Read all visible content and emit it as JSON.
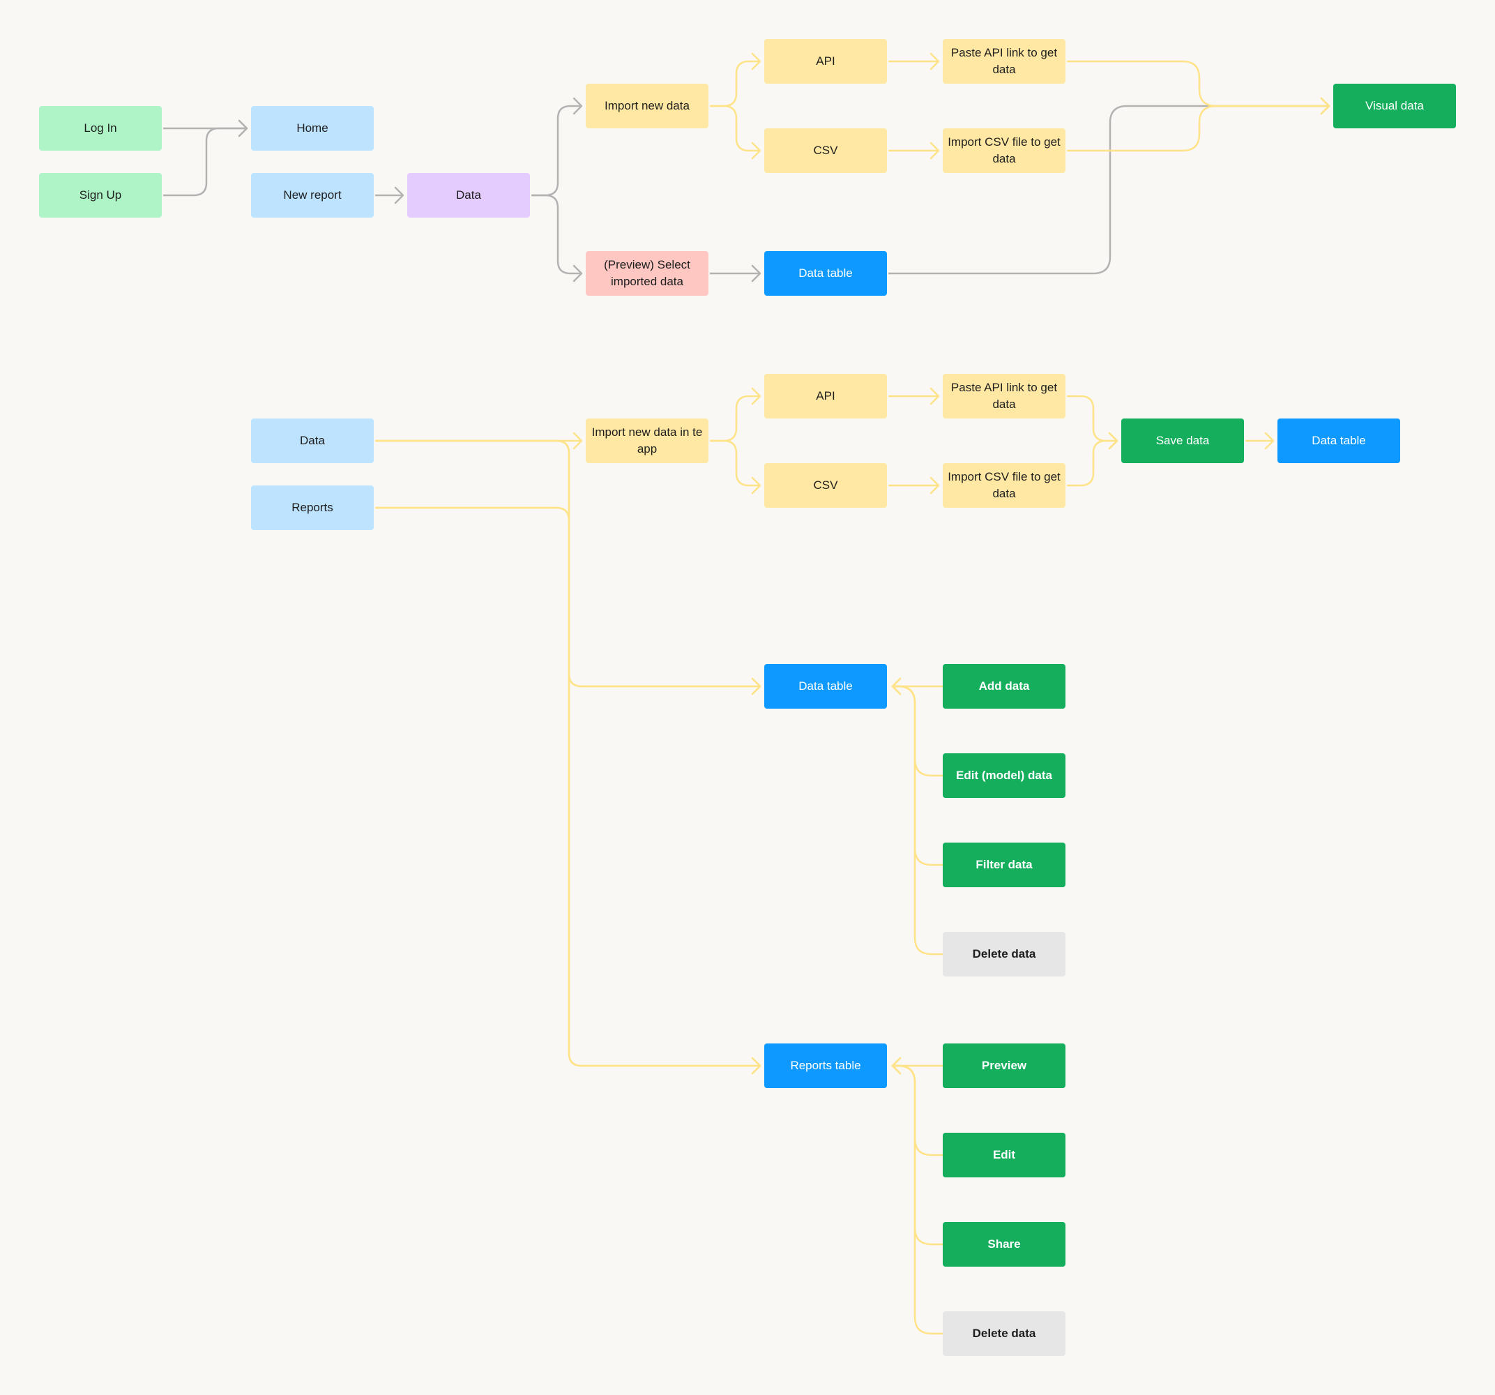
{
  "colors": {
    "background": "#f9f8f4",
    "gray_connector": "#b3b3b3",
    "yellow_connector": "#ffe38a"
  },
  "node_styles": {
    "mint": {
      "bg": "#aff4c6",
      "fg": "#1e1e1e"
    },
    "lightblue": {
      "bg": "#bde3ff",
      "fg": "#1e1e1e"
    },
    "lavender": {
      "bg": "#e4ccff",
      "fg": "#1e1e1e"
    },
    "yellow": {
      "bg": "#ffe8a3",
      "fg": "#1e1e1e"
    },
    "pink": {
      "bg": "#ffc7c2",
      "fg": "#1e1e1e"
    },
    "blue": {
      "bg": "#0d99ff",
      "fg": "#ffffff"
    },
    "green": {
      "bg": "#14ae5c",
      "fg": "#ffffff"
    },
    "gray": {
      "bg": "#e6e6e6",
      "fg": "#1e1e1e"
    }
  },
  "nodes": [
    {
      "id": "login",
      "label": "Log In",
      "style": "mint",
      "interactable": true
    },
    {
      "id": "signup",
      "label": "Sign Up",
      "style": "mint",
      "interactable": true
    },
    {
      "id": "home",
      "label": "Home",
      "style": "lightblue",
      "interactable": false
    },
    {
      "id": "newreport",
      "label": "New report",
      "style": "lightblue",
      "interactable": false
    },
    {
      "id": "data1",
      "label": "Data",
      "style": "lavender",
      "interactable": false
    },
    {
      "id": "import1",
      "label": "Import new data",
      "style": "yellow",
      "interactable": false
    },
    {
      "id": "preview",
      "label": "(Preview) Select imported data",
      "style": "pink",
      "interactable": false
    },
    {
      "id": "api1",
      "label": "API",
      "style": "yellow",
      "interactable": false
    },
    {
      "id": "csv1",
      "label": "CSV",
      "style": "yellow",
      "interactable": false
    },
    {
      "id": "dtable1",
      "label": "Data table",
      "style": "blue",
      "interactable": false
    },
    {
      "id": "paste1",
      "label": "Paste API link to get data",
      "style": "yellow",
      "interactable": false
    },
    {
      "id": "importcsv1",
      "label": "Import CSV file to get data",
      "style": "yellow",
      "interactable": false
    },
    {
      "id": "visual",
      "label": "Visual data",
      "style": "green",
      "interactable": false
    },
    {
      "id": "data2",
      "label": "Data",
      "style": "lightblue",
      "interactable": false
    },
    {
      "id": "reports",
      "label": "Reports",
      "style": "lightblue",
      "interactable": false
    },
    {
      "id": "import2",
      "label": "Import new data in te app",
      "style": "yellow",
      "interactable": false
    },
    {
      "id": "api2",
      "label": "API",
      "style": "yellow",
      "interactable": false
    },
    {
      "id": "csv2",
      "label": "CSV",
      "style": "yellow",
      "interactable": false
    },
    {
      "id": "paste2",
      "label": "Paste API link to get data",
      "style": "yellow",
      "interactable": false
    },
    {
      "id": "importcsv2",
      "label": "Import CSV file to get data",
      "style": "yellow",
      "interactable": false
    },
    {
      "id": "savedata",
      "label": "Save data",
      "style": "green",
      "interactable": false
    },
    {
      "id": "dtable2",
      "label": "Data table",
      "style": "blue",
      "interactable": false
    },
    {
      "id": "dtable3",
      "label": "Data table",
      "style": "blue",
      "interactable": false
    },
    {
      "id": "adddata",
      "label": "Add data",
      "style": "green",
      "bold": true,
      "interactable": false
    },
    {
      "id": "editdata",
      "label": "Edit (model) data",
      "style": "green",
      "bold": true,
      "interactable": false
    },
    {
      "id": "filterdata",
      "label": "Filter data",
      "style": "green",
      "bold": true,
      "interactable": false
    },
    {
      "id": "deletedata1",
      "label": "Delete data",
      "style": "gray",
      "bold": true,
      "interactable": false
    },
    {
      "id": "reportstable",
      "label": "Reports table",
      "style": "blue",
      "interactable": false
    },
    {
      "id": "previewbtn",
      "label": "Preview",
      "style": "green",
      "bold": true,
      "interactable": false
    },
    {
      "id": "edit",
      "label": "Edit",
      "style": "green",
      "bold": true,
      "interactable": false
    },
    {
      "id": "share",
      "label": "Share",
      "style": "green",
      "bold": true,
      "interactable": false
    },
    {
      "id": "deletedata2",
      "label": "Delete data",
      "style": "gray",
      "bold": true,
      "interactable": false
    }
  ],
  "connectors": [
    {
      "from": "login",
      "to": "home",
      "color": "gray"
    },
    {
      "from": "signup",
      "to": "home",
      "color": "gray"
    },
    {
      "from": "newreport",
      "to": "data1",
      "color": "gray"
    },
    {
      "from": "data1",
      "to": "import1",
      "color": "gray"
    },
    {
      "from": "data1",
      "to": "preview",
      "color": "gray"
    },
    {
      "from": "preview",
      "to": "dtable1",
      "color": "gray"
    },
    {
      "from": "dtable1",
      "to": "visual",
      "color": "gray"
    },
    {
      "from": "import1",
      "to": "api1",
      "color": "yellow"
    },
    {
      "from": "import1",
      "to": "csv1",
      "color": "yellow"
    },
    {
      "from": "api1",
      "to": "paste1",
      "color": "yellow"
    },
    {
      "from": "csv1",
      "to": "importcsv1",
      "color": "yellow"
    },
    {
      "from": "paste1",
      "to": "visual",
      "color": "yellow"
    },
    {
      "from": "importcsv1",
      "to": "visual",
      "color": "yellow"
    },
    {
      "from": "data2",
      "to": "import2",
      "color": "yellow"
    },
    {
      "from": "import2",
      "to": "api2",
      "color": "yellow"
    },
    {
      "from": "import2",
      "to": "csv2",
      "color": "yellow"
    },
    {
      "from": "api2",
      "to": "paste2",
      "color": "yellow"
    },
    {
      "from": "csv2",
      "to": "importcsv2",
      "color": "yellow"
    },
    {
      "from": "paste2",
      "to": "savedata",
      "color": "yellow"
    },
    {
      "from": "importcsv2",
      "to": "savedata",
      "color": "yellow"
    },
    {
      "from": "savedata",
      "to": "dtable2",
      "color": "yellow"
    },
    {
      "from": "data2",
      "to": "dtable3",
      "color": "yellow"
    },
    {
      "from": "data2",
      "to": "reportstable",
      "color": "yellow"
    },
    {
      "from": "reports",
      "to": "dtable3",
      "color": "yellow"
    },
    {
      "from": "reports",
      "to": "reportstable",
      "color": "yellow"
    },
    {
      "from": "adddata",
      "to": "dtable3",
      "color": "yellow"
    },
    {
      "from": "editdata",
      "to": "dtable3",
      "color": "yellow"
    },
    {
      "from": "filterdata",
      "to": "dtable3",
      "color": "yellow"
    },
    {
      "from": "deletedata1",
      "to": "dtable3",
      "color": "yellow"
    },
    {
      "from": "previewbtn",
      "to": "reportstable",
      "color": "yellow"
    },
    {
      "from": "edit",
      "to": "reportstable",
      "color": "yellow"
    },
    {
      "from": "share",
      "to": "reportstable",
      "color": "yellow"
    },
    {
      "from": "deletedata2",
      "to": "reportstable",
      "color": "yellow"
    }
  ]
}
